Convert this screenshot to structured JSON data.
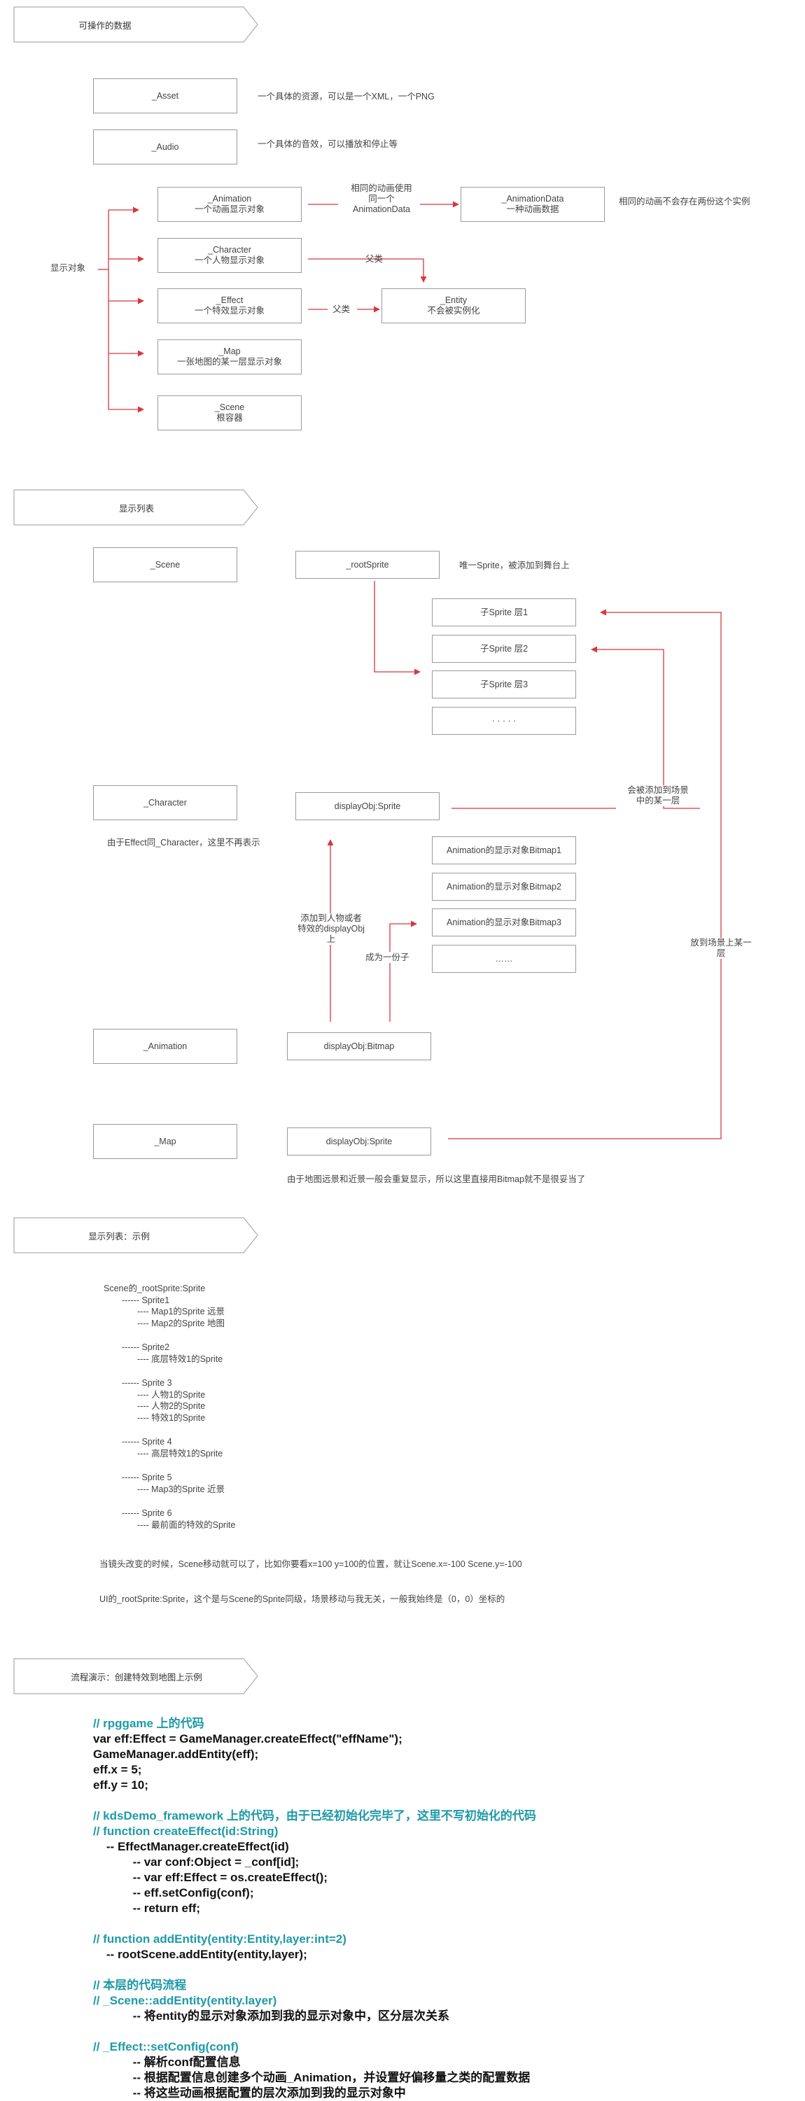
{
  "section1": {
    "title": "可操作的数据",
    "asset": {
      "label": "_Asset",
      "desc": "一个具体的资源，可以是一个XML，一个PNG"
    },
    "audio": {
      "label": "_Audio",
      "desc": "一个具体的音效，可以播放和停止等"
    },
    "display_object_label": "显示对象",
    "animation": {
      "name": "_Animation",
      "sub": "一个动画显示对象"
    },
    "character": {
      "name": "_Character",
      "sub": "一个人物显示对象"
    },
    "effect": {
      "name": "_Effect",
      "sub": "一个特效显示对象"
    },
    "map": {
      "name": "_Map",
      "sub": "一张地图的某一层显示对象"
    },
    "scene": {
      "name": "_Scene",
      "sub": "根容器"
    },
    "animation_data": {
      "name": "_AnimationData",
      "sub": "一种动画数据"
    },
    "entity": {
      "name": "_Entity",
      "sub": "不会被实例化"
    },
    "same_anim_lines": [
      "相同的动画使用",
      "同一个",
      "AnimationData"
    ],
    "anim_data_note": "相同的动画不会存在两份这个实例",
    "parent_label_1": "父类",
    "parent_label_2": "父类"
  },
  "section2": {
    "title": "显示列表",
    "scene_label": "_Scene",
    "root_sprite_label": "_rootSprite",
    "root_sprite_note": "唯一Sprite，被添加到舞台上",
    "sublayers": [
      "子Sprite 层1",
      "子Sprite 层2",
      "子Sprite 层3",
      "· · · · ·"
    ],
    "character_label": "_Character",
    "character_note": "由于Effect同_Character，这里不再表示",
    "display_obj_sprite": "displayObj:Sprite",
    "will_add_lines": [
      "会被添加到场景",
      "中的某一层"
    ],
    "bitmaps": [
      "Animation的显示对象Bitmap1",
      "Animation的显示对象Bitmap2",
      "Animation的显示对象Bitmap3",
      "……"
    ],
    "add_to_lines": [
      "添加到人物或者",
      "特效的displayObj",
      "上"
    ],
    "become_child": "成为一份子",
    "put_on_layer_lines": [
      "放到场景上某一",
      "层"
    ],
    "animation_label": "_Animation",
    "display_obj_bitmap": "displayObj:Bitmap",
    "map_label": "_Map",
    "map_display_obj": "displayObj:Sprite",
    "map_note": "由于地图远景和近景一般会重复显示，所以这里直接用Bitmap就不是很妥当了"
  },
  "section3": {
    "title": "显示列表：示例",
    "tree": [
      {
        "indent": 0,
        "text": "Scene的_rootSprite:Sprite"
      },
      {
        "indent": 1,
        "text": "------ Sprite1"
      },
      {
        "indent": 2,
        "text": "---- Map1的Sprite 远景"
      },
      {
        "indent": 2,
        "text": "---- Map2的Sprite 地图"
      },
      {
        "indent": 1,
        "text": "------ Sprite2",
        "gap": true
      },
      {
        "indent": 2,
        "text": "---- 底层特效1的Sprite"
      },
      {
        "indent": 1,
        "text": "------ Sprite 3",
        "gap": true
      },
      {
        "indent": 2,
        "text": "---- 人物1的Sprite"
      },
      {
        "indent": 2,
        "text": "---- 人物2的Sprite"
      },
      {
        "indent": 2,
        "text": "---- 特效1的Sprite"
      },
      {
        "indent": 1,
        "text": "------ Sprite 4",
        "gap": true
      },
      {
        "indent": 2,
        "text": "---- 高层特效1的Sprite"
      },
      {
        "indent": 1,
        "text": "------ Sprite 5",
        "gap": true
      },
      {
        "indent": 2,
        "text": "---- Map3的Sprite 近景"
      },
      {
        "indent": 1,
        "text": "------ Sprite 6",
        "gap": true
      },
      {
        "indent": 2,
        "text": "---- 最前面的特效的Sprite"
      }
    ],
    "note1": "当镜头改变的时候，Scene移动就可以了，比如你要看x=100 y=100的位置，就让Scene.x=-100 Scene.y=-100",
    "note2": "UI的_rootSprite:Sprite，这个是与Scene的Sprite同级，场景移动与我无关，一般我始终是（0，0）坐标的"
  },
  "section4": {
    "title": "流程演示：创建特效到地图上示例",
    "code": [
      {
        "type": "comment",
        "text": "// rpggame 上的代码"
      },
      {
        "type": "code",
        "text": "var eff:Effect = GameManager.createEffect(\"effName\");"
      },
      {
        "type": "code",
        "text": "GameManager.addEntity(eff);"
      },
      {
        "type": "code",
        "text": "eff.x = 5;"
      },
      {
        "type": "code",
        "text": "eff.y = 10;"
      },
      {
        "type": "blank",
        "text": ""
      },
      {
        "type": "comment",
        "text": "// kdsDemo_framework 上的代码，由于已经初始化完毕了，这里不写初始化的代码"
      },
      {
        "type": "comment",
        "text": "// function createEffect(id:String)"
      },
      {
        "type": "code",
        "text": "    -- EffectManager.createEffect(id)"
      },
      {
        "type": "code",
        "text": "            -- var conf:Object = _conf[id];"
      },
      {
        "type": "code",
        "text": "            -- var eff:Effect = os.createEffect();"
      },
      {
        "type": "code",
        "text": "            -- eff.setConfig(conf);"
      },
      {
        "type": "code",
        "text": "            -- return eff;"
      },
      {
        "type": "blank",
        "text": ""
      },
      {
        "type": "comment",
        "text": "// function addEntity(entity:Entity,layer:int=2)"
      },
      {
        "type": "code",
        "text": "    -- rootScene.addEntity(entity,layer);"
      },
      {
        "type": "blank",
        "text": ""
      },
      {
        "type": "comment",
        "text": "// 本层的代码流程"
      },
      {
        "type": "comment",
        "text": "// _Scene::addEntity(entity.layer)"
      },
      {
        "type": "code",
        "text": "            -- 将entity的显示对象添加到我的显示对象中，区分层次关系"
      },
      {
        "type": "blank",
        "text": ""
      },
      {
        "type": "comment",
        "text": "// _Effect::setConfig(conf)"
      },
      {
        "type": "code",
        "text": "            -- 解析conf配置信息"
      },
      {
        "type": "code",
        "text": "            -- 根据配置信息创建多个动画_Animation，并设置好偏移量之类的配置数据"
      },
      {
        "type": "code",
        "text": "            -- 将这些动画根据配置的层次添加到我的显示对象中"
      }
    ]
  },
  "colors": {
    "arrow": "#d9363e",
    "border": "#9a9a9a",
    "comment": "#1e9aa8"
  }
}
